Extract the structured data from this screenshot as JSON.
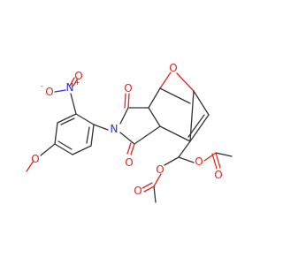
{
  "colors": {
    "carbon_bond": "#333333",
    "oxygen": "#e0261f",
    "nitrogen": "#2a30d8",
    "background": "#ffffff"
  },
  "atoms": {
    "bridge_oxygen": "O",
    "imide_nitrogen": "N",
    "imide_oxygen_top": "O",
    "imide_oxygen_bottom": "O",
    "nitro_nitrogen": "N",
    "nitro_nitrogen_charge": "+",
    "nitro_oxygen_minus": "O",
    "nitro_oxygen_minus_charge": "-",
    "nitro_oxygen_double": "O",
    "methoxy_oxygen": "O",
    "ester_oxygen_right": "O",
    "ester_oxygen_left": "O",
    "carbonyl_oxygen_right": "O",
    "carbonyl_oxygen_left": "O"
  }
}
